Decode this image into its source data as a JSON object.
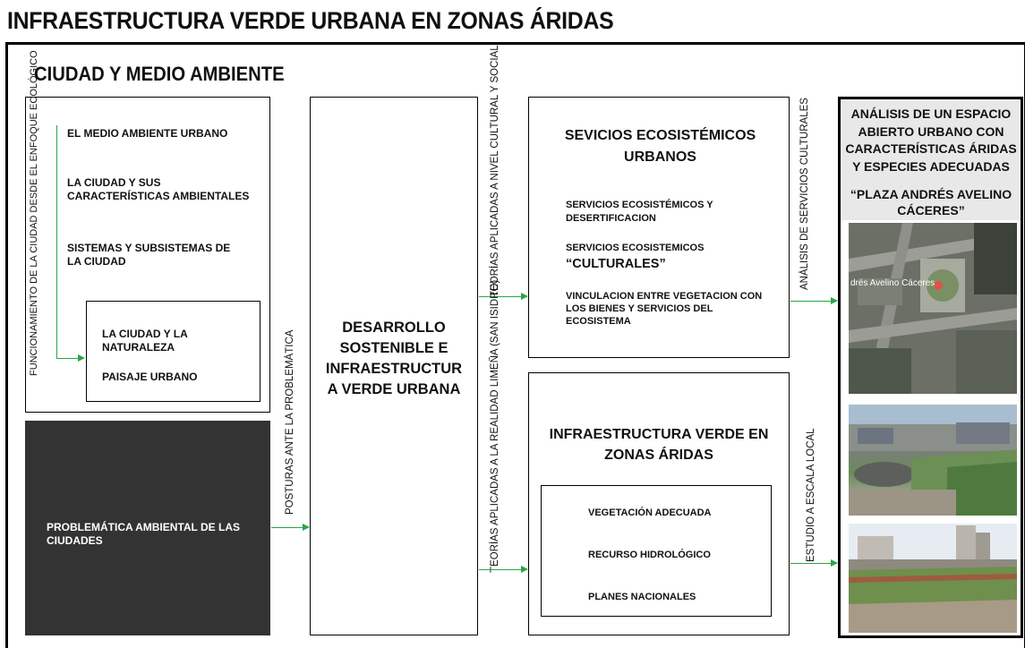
{
  "title": "INFRAESTRUCTURA VERDE URBANA EN ZONAS ÁRIDAS",
  "section_title": "CIUDAD Y MEDIO AMBIENTE",
  "left_box": {
    "vertical_label": "FUNCIONAMIENTO DE LA CIUDAD DESDE EL ENFOQUE ECOLÓGICO",
    "items": [
      "EL MEDIO AMBIENTE URBANO",
      "LA CIUDAD Y SUS CARACTERÍSTICAS AMBIENTALES",
      "SISTEMAS Y SUBSISTEMAS DE LA CIUDAD"
    ],
    "inner_items": [
      "LA CIUDAD Y LA NATURALEZA",
      "PAISAJE URBANO"
    ]
  },
  "problem_box": {
    "text": "PROBLEMÁTICA AMBIENTAL DE LAS CIUDADES"
  },
  "connector_left": "POSTURAS ANTE LA PROBLEMÁTICA",
  "center_box": {
    "text": "DESARROLLO SOSTENIBLE E INFRAESTRUCTUR A VERDE URBANA"
  },
  "connector_mid_top": "TEORÍAS APLICADAS A NIVEL CULTURAL Y SOCIAL",
  "connector_mid_bottom": "TEORÍAS APLICADAS A LA REALIDAD LIMEÑA (SAN ISIDRO)",
  "services_box": {
    "title": "SEVICIOS ECOSISTÉMICOS URBANOS",
    "item1": "SERVICIOS ECOSISTÉMICOS Y DESERTIFICACION",
    "item2_line1": "SERVICIOS ECOSISTEMICOS",
    "item2_line2": "“CULTURALES”",
    "item3": "VINCULACION ENTRE VEGETACION CON LOS BIENES Y SERVICIOS DEL ECOSISTEMA"
  },
  "infra_box": {
    "title": "INFRAESTRUCTURA VERDE EN ZONAS ÁRIDAS",
    "items": [
      "VEGETACIÓN ADECUADA",
      "RECURSO HIDROLÓGICO",
      "PLANES NACIONALES"
    ]
  },
  "connector_right_top": "ANÁLISIS DE SERVICIOS CULTURALES",
  "connector_right_bottom": "ESTUDIO A ESCALA LOCAL",
  "right_box": {
    "header": "ANÁLISIS DE UN ESPACIO ABIERTO URBANO CON CARACTERÍSTICAS ÁRIDAS Y ESPECIES ADECUADAS",
    "place": "“PLAZA ANDRÉS AVELINO CÁCERES”",
    "map_label": "drés Avelino Cáceres"
  },
  "colors": {
    "arrow": "#28a745",
    "problem_bg": "#333333",
    "frame": "#000000"
  }
}
